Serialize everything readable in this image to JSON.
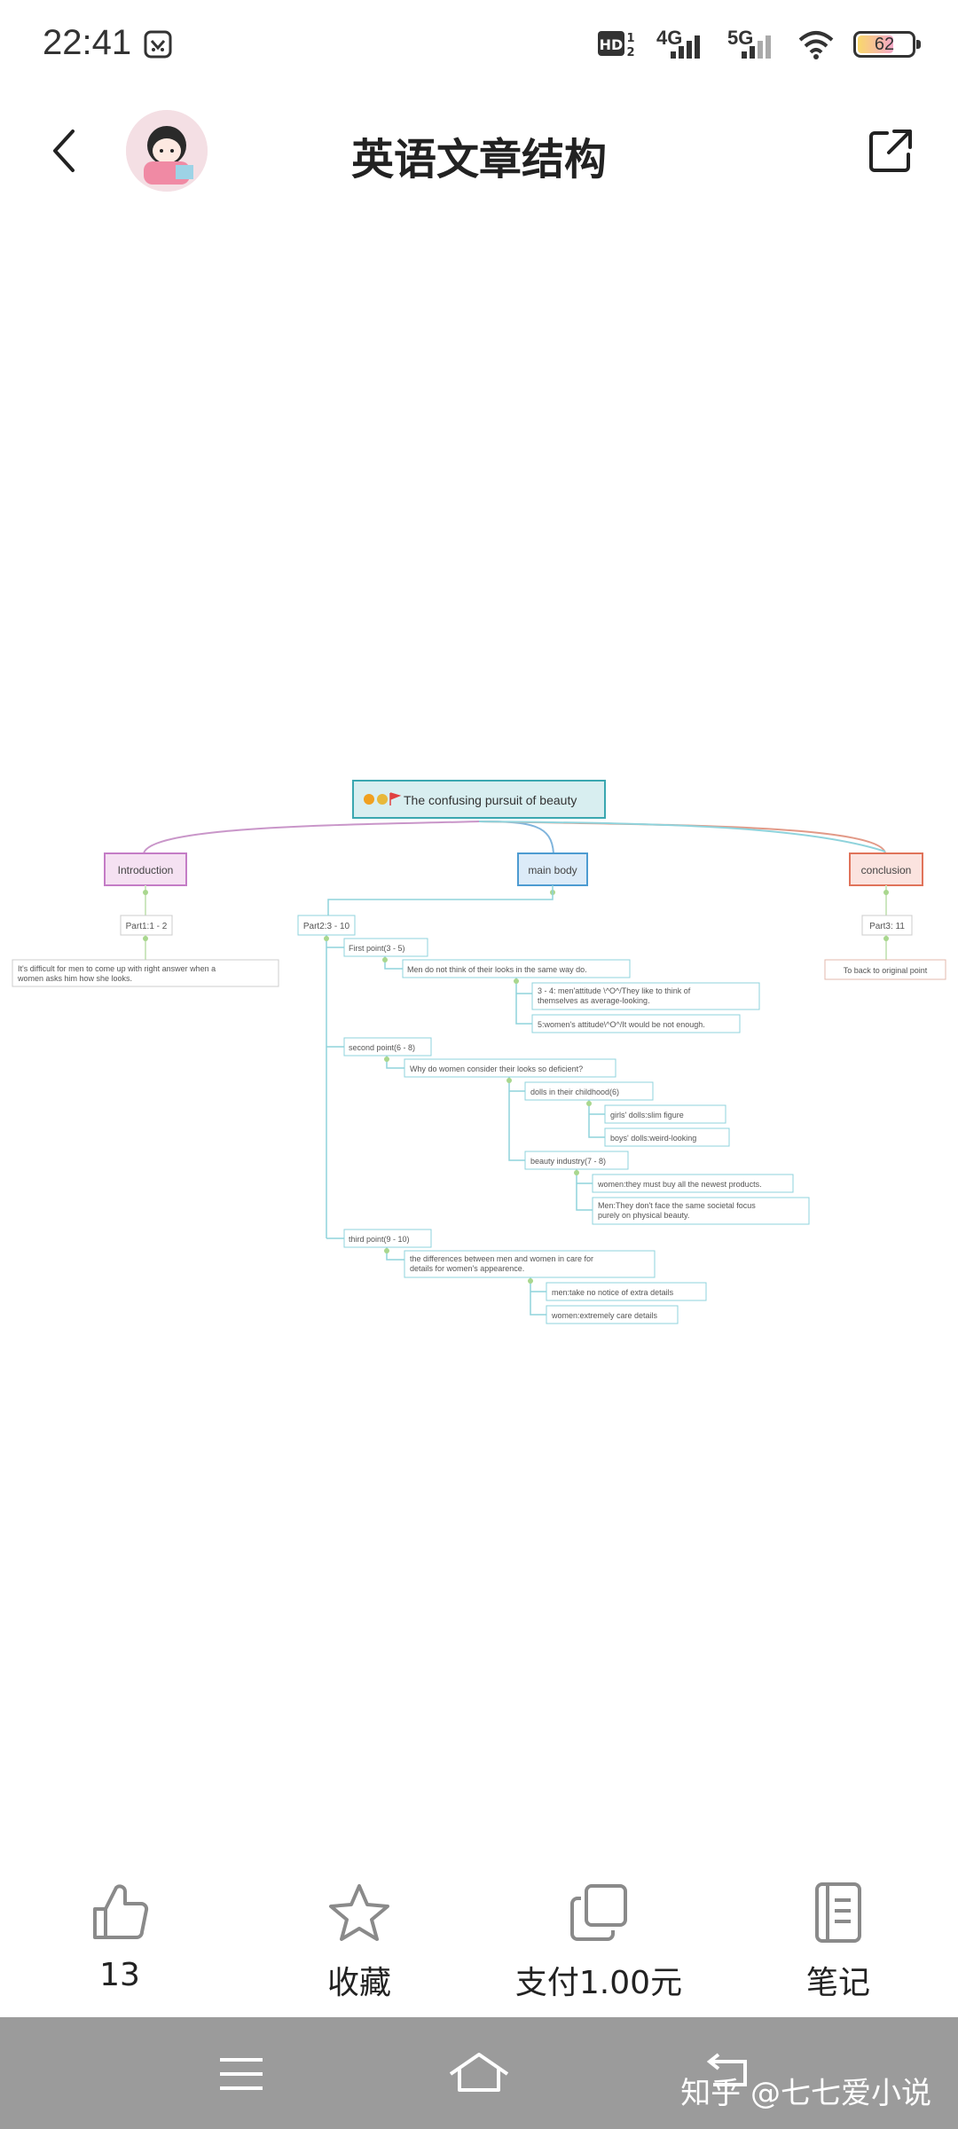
{
  "status_bar": {
    "time": "22:41",
    "hd_label": "HD",
    "net1": "4G",
    "net2": "5G",
    "battery": "62"
  },
  "header": {
    "title": "英语文章结构"
  },
  "mindmap": {
    "root": "The confusing pursuit of beauty",
    "branches": {
      "introduction": {
        "label": "Introduction",
        "part": "Part1:1 - 2",
        "note_line1": "It's difficult for men to come up with right answer when a",
        "note_line2": "women asks him how she looks."
      },
      "main_body": {
        "label": "main body",
        "part": "Part2:3 - 10",
        "first_point": "First point(3 - 5)",
        "fp_1": "Men do not think of their looks in the same way do.",
        "fp_2_line1": "3 - 4: men'attitude \\^O^/They like to think of",
        "fp_2_line2": "themselves as average-looking.",
        "fp_3": "5:women's attitude\\^O^/It would be not enough.",
        "second_point": "second point(6 - 8)",
        "sp_q": "Why do women consider their looks so deficient?",
        "sp_dolls": "dolls in their childhood(6)",
        "sp_dolls_girls": "girls' dolls:slim figure",
        "sp_dolls_boys": "boys' dolls:weird-looking",
        "sp_beauty": "beauty industry(7 - 8)",
        "sp_women": "women:they must buy all the newest products.",
        "sp_men_line1": "Men:They don't face the same societal focus",
        "sp_men_line2": "purely on physical beauty.",
        "third_point": "third point(9 - 10)",
        "tp_diff_line1": "the differences between men and women in care for",
        "tp_diff_line2": "details for women's appearence.",
        "tp_men": "men:take no notice of extra details",
        "tp_women": "women:extremely care details"
      },
      "conclusion": {
        "label": "conclusion",
        "part": "Part3: 11",
        "note": "To back to original point"
      }
    }
  },
  "actions": [
    {
      "label": "13",
      "icon": "thumbs-up-icon"
    },
    {
      "label": "收藏",
      "icon": "star-icon"
    },
    {
      "label": "支付1.00元",
      "icon": "copy-icon"
    },
    {
      "label": "笔记",
      "icon": "notebook-icon"
    }
  ],
  "navbar": {
    "watermark": "知乎 @七七爱小说"
  },
  "colors": {
    "root_fill": "#d8eef0",
    "root_border": "#3aa7b0",
    "intro": "#c47cc6",
    "main": "#4d9bd1",
    "conclusion": "#e0735a",
    "connector": "#8fd3dc"
  }
}
